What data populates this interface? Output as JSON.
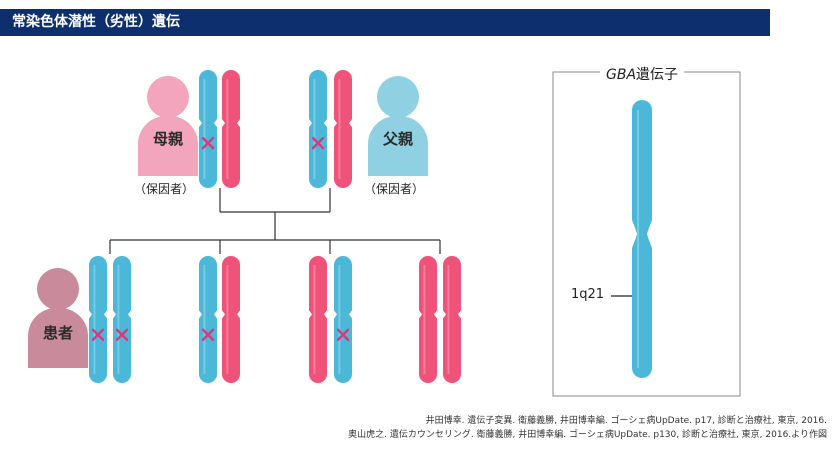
{
  "header": {
    "title": "常染色体潜性（劣性）遺伝"
  },
  "mother": {
    "label": "母親",
    "role": "（保因者）",
    "color": "#f2a5bd"
  },
  "father": {
    "label": "父親",
    "role": "（保因者）",
    "color": "#8fd1e3"
  },
  "patient": {
    "label": "患者",
    "color": "#c98a9c"
  },
  "gene_box": {
    "title_italic": "GBA",
    "title_rest": "遺伝子",
    "locus": "1q21"
  },
  "colors": {
    "blue": "#4cb8d9",
    "pink": "#f0537a",
    "mutation": "#d93a7a",
    "line": "#333333",
    "header": "#0d2f6e"
  },
  "references": [
    "井田博幸. 遺伝子変異. 衛藤義勝, 井田博幸編. ゴーシェ病UpDate. p17, 診断と治療社, 東京, 2016.",
    "奥山虎之. 遺伝カウンセリング. 衛藤義勝, 井田博幸編. ゴーシェ病UpDate. p130, 診断と治療社, 東京, 2016.より作図"
  ]
}
